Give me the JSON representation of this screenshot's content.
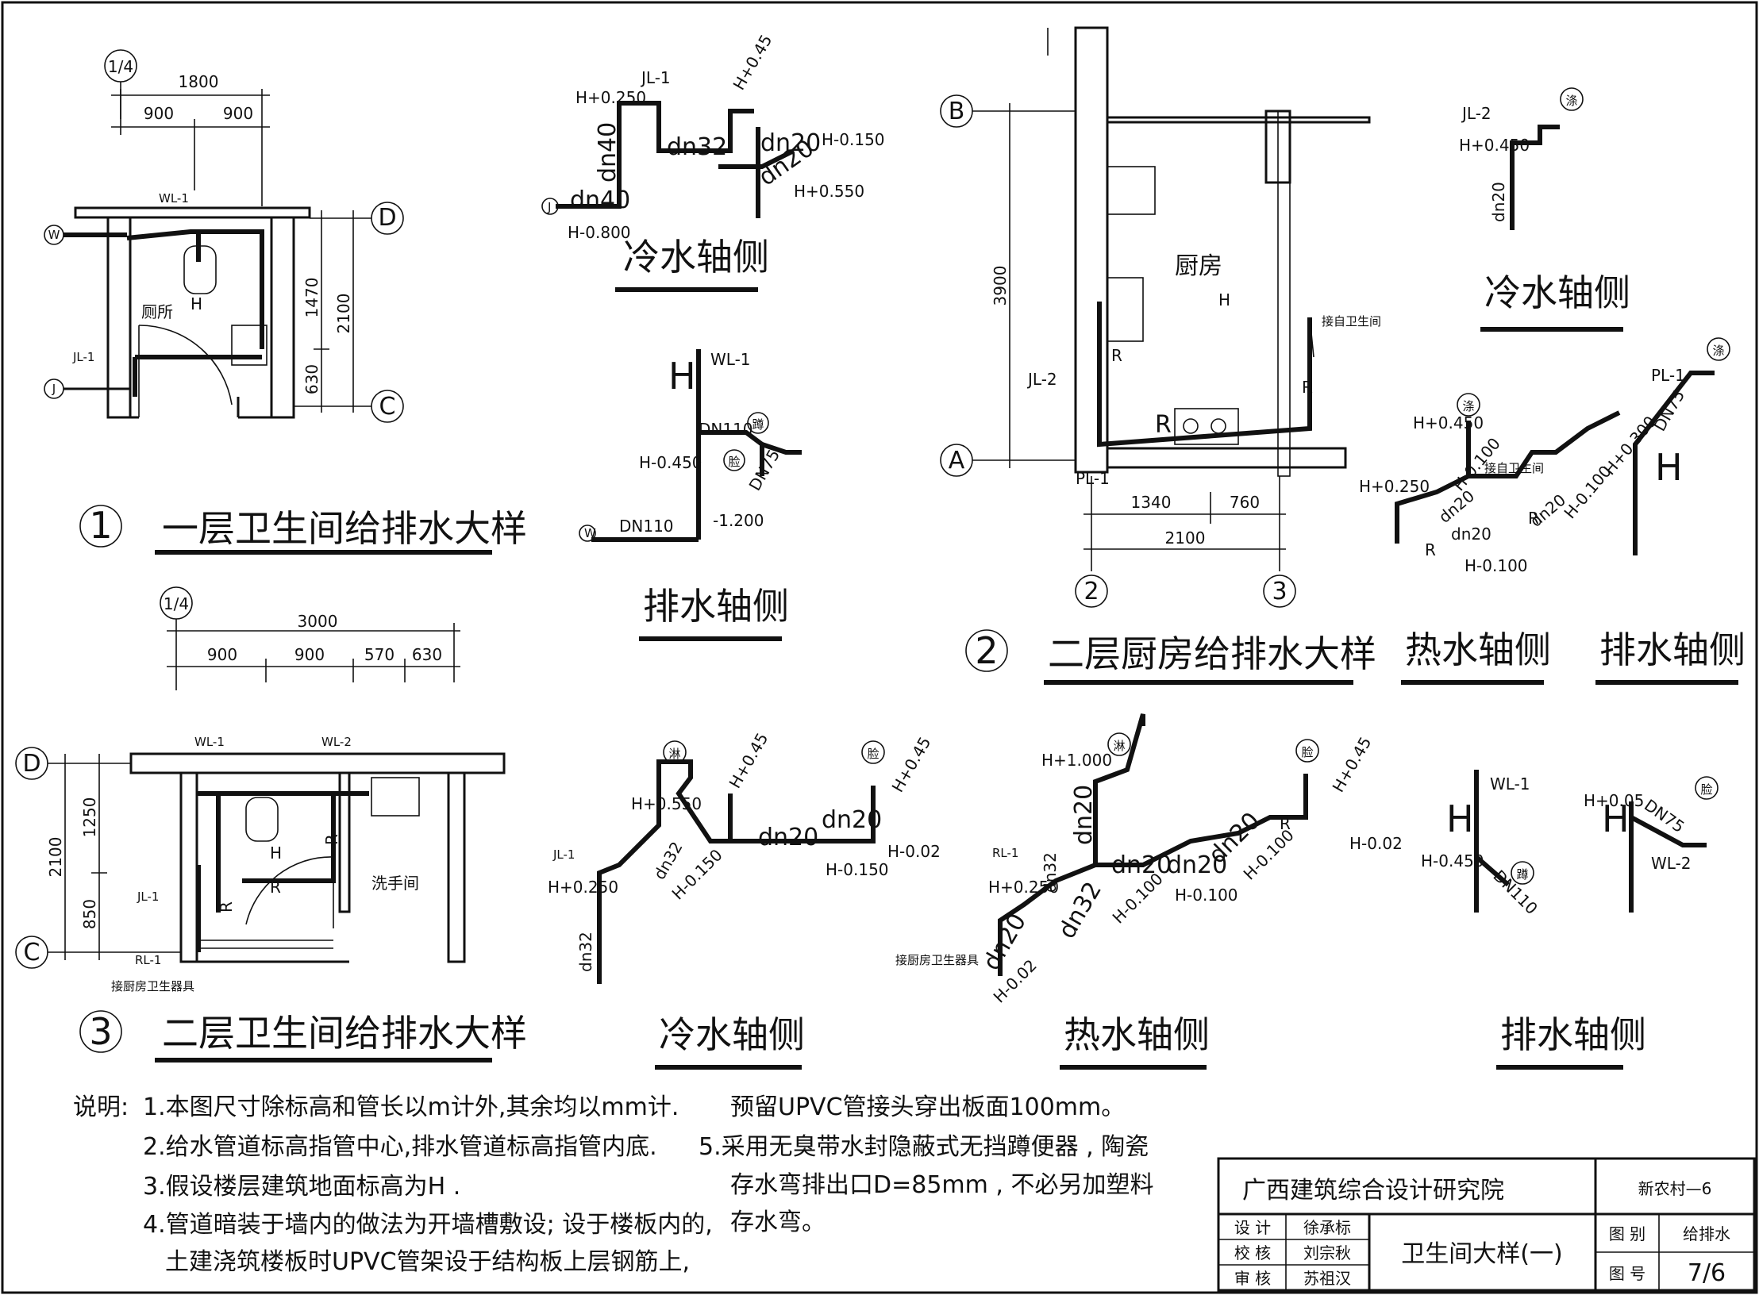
{
  "sheet": {
    "d1_title": "一层卫生间给排水大样",
    "d1_num": "1",
    "d2_title": "二层厨房给排水大样",
    "d2_num": "2",
    "d3_title": "二层卫生间给排水大样",
    "d3_num": "3"
  },
  "d1": {
    "axis_top": "1/4",
    "dim_total": "1800",
    "dim_a": "900",
    "dim_b": "900",
    "dim_v1": "1470",
    "dim_v2": "630",
    "dim_vt": "2100",
    "axis_d": "D",
    "axis_c": "C",
    "wl": "WL-1",
    "jl": "JL-1",
    "w": "W",
    "j": "J",
    "room": "厕所",
    "h": "H"
  },
  "iso1c": {
    "title": "冷水轴侧",
    "jl": "JL-1",
    "h1": "H+0.250",
    "h2": "H+0.45",
    "h3": "H-0.150",
    "h4": "H+0.550",
    "h5": "H-0.800",
    "dn40a": "dn40",
    "dn40b": "dn40",
    "dn32": "dn32",
    "dn20a": "dn20",
    "dn20b": "dn20",
    "j": "J"
  },
  "iso1d": {
    "title": "排水轴侧",
    "wl": "WL-1",
    "h": "H",
    "dn110a": "DN110",
    "dn110b": "DN110",
    "dn75": "DN75",
    "h1": "H-0.450",
    "h2": "-1.200",
    "s1": "蹲",
    "s2": "脸",
    "w": "W"
  },
  "d2": {
    "axis_b": "B",
    "axis_a": "A",
    "axis_2": "2",
    "axis_3": "3",
    "dim_v": "3900",
    "dim_a": "1340",
    "dim_b": "760",
    "dim_t": "2100",
    "room": "厨房",
    "h": "H",
    "jl": "JL-2",
    "pl": "PL-1",
    "note": "接自卫生间",
    "r1": "R",
    "r2": "R",
    "r3": "R"
  },
  "iso2c": {
    "title": "冷水轴侧",
    "jl": "JL-2",
    "h": "H+0.450",
    "dn": "dn20",
    "s": "涤"
  },
  "iso2h": {
    "title": "热水轴侧",
    "h1": "H+0.450",
    "h2": "H+0.250",
    "h3": "H+0.300",
    "h4": "H-0.100",
    "h5": "H-0.100",
    "h6": "H-0.100",
    "dn1": "dn20",
    "dn2": "dn20",
    "dn3": "dn20",
    "note": "接自卫生间",
    "s": "涤",
    "r1": "R",
    "r2": "R"
  },
  "iso2d": {
    "title": "排水轴侧",
    "pl": "PL-1",
    "dn": "DN75",
    "h": "H",
    "s": "涤"
  },
  "d3": {
    "axis_top": "1/4",
    "dim_total": "3000",
    "dim_a": "900",
    "dim_b": "900",
    "dim_c": "570",
    "dim_d": "630",
    "dim_v1": "1250",
    "dim_v2": "850",
    "dim_vt": "2100",
    "axis_d": "D",
    "axis_c": "C",
    "wl1": "WL-1",
    "wl2": "WL-2",
    "jl": "JL-1",
    "rl": "RL-1",
    "room": "洗手间",
    "h": "H",
    "r1": "R",
    "r2": "R",
    "r3": "R",
    "note": "接厨房卫生器具"
  },
  "iso3c": {
    "title": "冷水轴侧",
    "jl": "JL-1",
    "h1": "H+0.550",
    "h2": "H+0.45",
    "h3": "H+0.45",
    "h4": "H+0.250",
    "h5": "H-0.150",
    "h6": "H-0.150",
    "h7": "H-0.02",
    "dn32a": "dn32",
    "dn32b": "dn32",
    "dn20a": "dn20",
    "dn20b": "dn20",
    "s1": "淋",
    "s2": "脸"
  },
  "iso3h": {
    "title": "热水轴侧",
    "rl": "RL-1",
    "h1": "H+1.000",
    "h2": "H+0.45",
    "h3": "H+0.250",
    "h4": "H-0.100",
    "h5": "H-0.100",
    "h6": "H-0.100",
    "h7": "H-0.02",
    "h8": "H-0.02",
    "dn20a": "dn20",
    "dn20b": "dn20",
    "dn20c": "dn20",
    "dn20d": "dn20",
    "dn20e": "dn20",
    "dn32a": "dn32",
    "dn32b": "dn32",
    "note": "接厨房卫生器具",
    "s1": "淋",
    "s2": "脸",
    "r": "R"
  },
  "iso3d": {
    "title": "排水轴侧",
    "wl1": "WL-1",
    "wl2": "WL-2",
    "h1": "H",
    "h2": "H",
    "h3": "H-0.450",
    "h4": "H+0.05",
    "dn110": "DN110",
    "dn75": "DN75",
    "s1": "蹲",
    "s2": "脸"
  },
  "notes": {
    "label": "说明:",
    "n1": "1.本图尺寸除标高和管长以m计外,其余均以mm计.",
    "n2": "2.给水管道标高指管中心,排水管道标高指管内底.",
    "n3": "3.假设楼层建筑地面标高为H .",
    "n4a": "4.管道暗装于墙内的做法为开墙槽敷设; 设于楼板内的,",
    "n4b": "土建浇筑楼板时UPVC管架设于结构板上层钢筋上,",
    "n4c": "预留UPVC管接头穿出板面100mm。",
    "n5a": "5.采用无臭带水封隐蔽式无挡蹲便器 , 陶瓷",
    "n5b": "存水弯排出口D=85mm , 不必另加塑料",
    "n5c": "存水弯。"
  },
  "titleblock": {
    "institute": "广西建筑综合设计研究院",
    "project": "新农村—6",
    "design_label": "设 计",
    "design_name": "徐承标",
    "check_label": "校 核",
    "check_name": "刘宗秋",
    "review_label": "审 核",
    "review_name": "苏祖汉",
    "drawing_title": "卫生间大样(一)",
    "cat_label": "图 别",
    "cat_value": "给排水",
    "no_label": "图 号",
    "no_value": "7/6"
  }
}
